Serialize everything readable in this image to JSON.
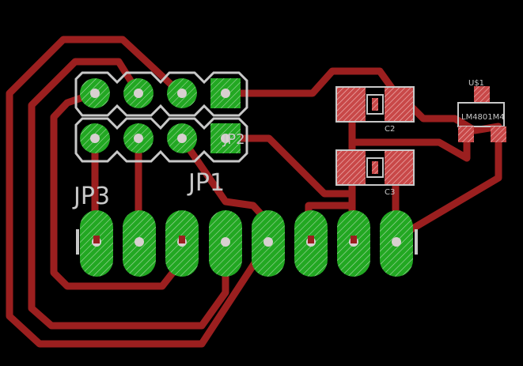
{
  "app": {
    "title": "PCB board layout view"
  },
  "colors": {
    "background": "#000000",
    "trace": "#9b1f1f",
    "pad": "#22a822",
    "pad_hatch": "#a8d8a8",
    "drill": "#c8b8b8",
    "silkscreen": "#c8c8c8",
    "smd_pad": "#d85050",
    "smd_hatch": "#f0b0b0"
  },
  "labels": {
    "jp3": "JP3",
    "jp1": "JP1",
    "jp2": "JP2",
    "c2": "C2",
    "c3": "C3",
    "u1_name": "U$1",
    "u1_value": "LM4801M4"
  },
  "components": [
    {
      "ref": "JP3",
      "type": "header-8pin-oval"
    },
    {
      "ref": "JP1",
      "type": "header-2x4"
    },
    {
      "ref": "C2",
      "type": "smd-capacitor"
    },
    {
      "ref": "C3",
      "type": "smd-capacitor"
    },
    {
      "ref": "U$1",
      "type": "sot23-4",
      "value": "LM4801M4"
    }
  ]
}
